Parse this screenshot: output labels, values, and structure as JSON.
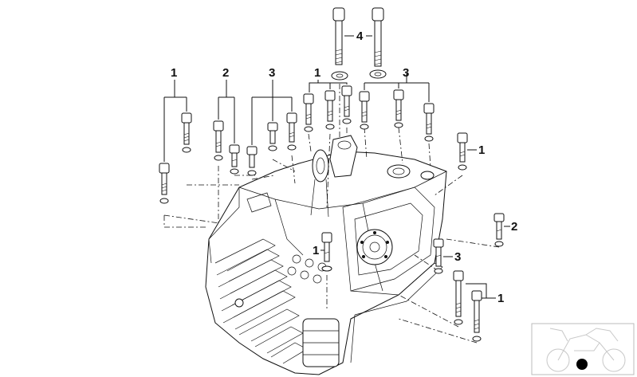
{
  "diagram": {
    "callouts": {
      "top_left_1": "1",
      "top_left_2": "2",
      "top_left_3": "3",
      "top_mid_1": "1",
      "top_right_3": "3",
      "top_4": "4",
      "right_1": "1",
      "right_2": "2",
      "right_3": "3",
      "center_1": "1",
      "bottom_right_1": "1"
    },
    "thumbnail": {
      "icon": "motorcycle-locator-icon",
      "marker_color": "#000000"
    }
  }
}
